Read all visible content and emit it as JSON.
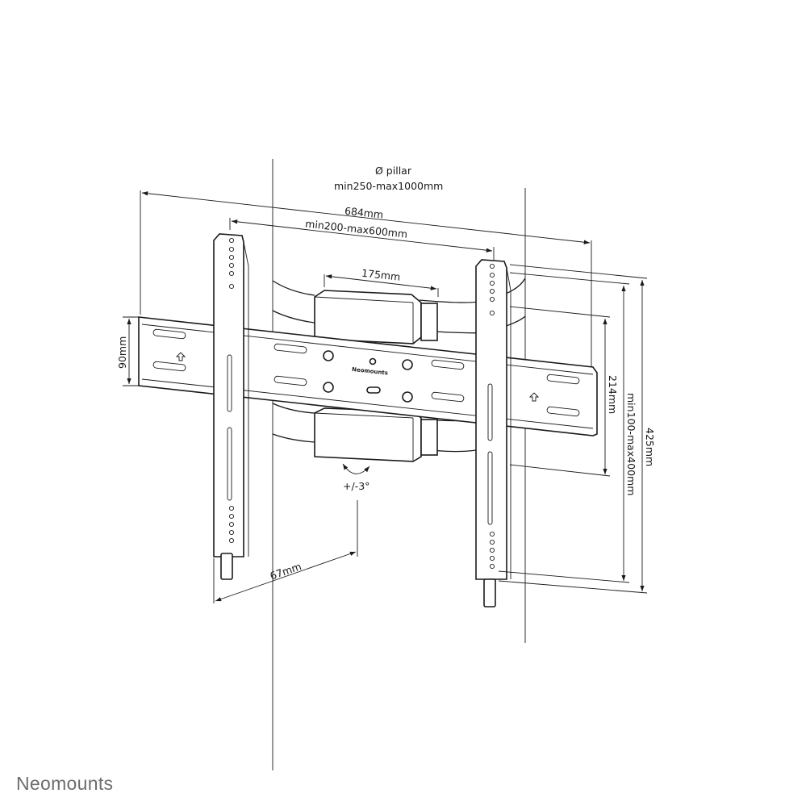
{
  "brand": {
    "logo_text": "Neomounts",
    "logo_color": "#6d6d6d",
    "plate_logo": "Neomounts"
  },
  "dimensions": {
    "pillar_label": "Ø pillar",
    "pillar_range": "min250-max1000mm",
    "total_width": "684mm",
    "vesa_width": "min200-max600mm",
    "bracket_width": "175mm",
    "rail_height": "90mm",
    "bracket_height": "214mm",
    "vesa_height": "min100-max400mm",
    "total_height": "425mm",
    "depth": "67mm",
    "tilt": "+/-3°"
  }
}
